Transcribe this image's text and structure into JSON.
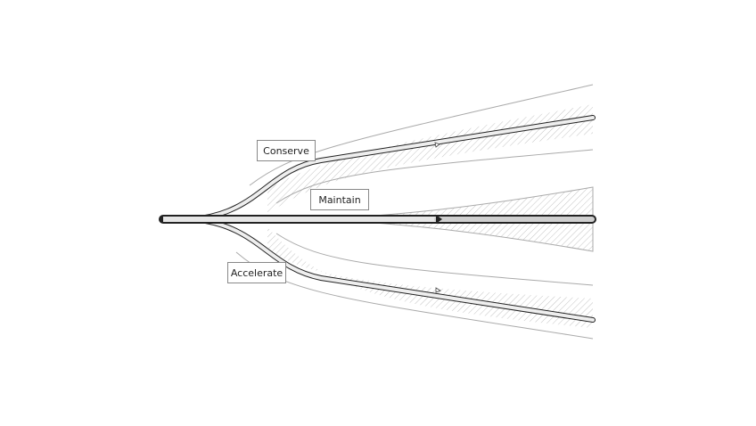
{
  "diagram": {
    "paths": [
      {
        "id": "conserve",
        "label": "Conserve"
      },
      {
        "id": "maintain",
        "label": "Maintain"
      },
      {
        "id": "accelerate",
        "label": "Accelerate"
      }
    ]
  },
  "colors": {
    "stroke": "#222222",
    "guide": "#aaaaaa",
    "hatch": "#bbbbbb"
  }
}
